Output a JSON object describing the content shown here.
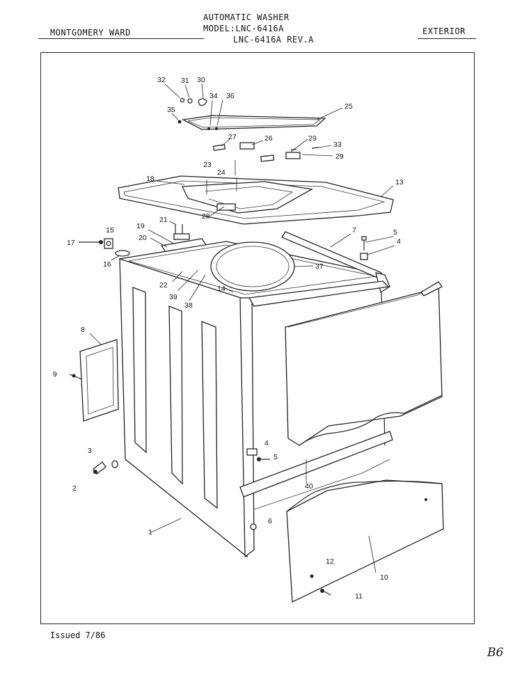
{
  "header": {
    "brand": "MONTGOMERY WARD",
    "title_line1": "AUTOMATIC WASHER",
    "title_line2": "MODEL:LNC-6416A",
    "title_line3": "LNC-6416A REV.A",
    "section": "EXTERIOR"
  },
  "footer": {
    "issued": "Issued 7/86",
    "page_mark": "B6"
  },
  "callouts": [
    "1",
    "2",
    "3",
    "4",
    "5",
    "6",
    "7",
    "8",
    "9",
    "10",
    "11",
    "12",
    "13",
    "14",
    "15",
    "16",
    "17",
    "18",
    "19",
    "20",
    "21",
    "22",
    "23",
    "24",
    "25",
    "26",
    "27",
    "28",
    "29",
    "30",
    "31",
    "32",
    "33",
    "34",
    "35",
    "36",
    "37",
    "38",
    "39",
    "40"
  ]
}
